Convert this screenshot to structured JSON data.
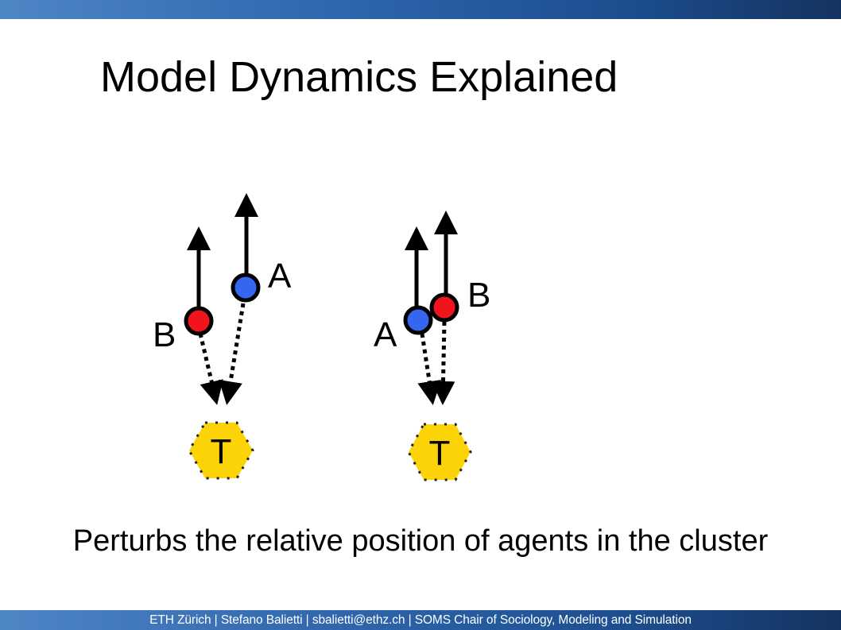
{
  "slide": {
    "title": "Model Dynamics Explained",
    "caption": "Perturbs the relative position of agents in the cluster",
    "footer": "ETH Zürich | Stefano Balietti | sbalietti@ethz.ch | SOMS Chair of Sociology, Modeling and Simulation"
  },
  "diagram": {
    "panels": [
      {
        "agents": [
          {
            "label": "A",
            "color": "#3466ef"
          },
          {
            "label": "B",
            "color": "#f2141c"
          }
        ],
        "target": {
          "label": "T",
          "color": "#fcd307"
        }
      },
      {
        "agents": [
          {
            "label": "A",
            "color": "#3466ef"
          },
          {
            "label": "B",
            "color": "#f2141c"
          }
        ],
        "target": {
          "label": "T",
          "color": "#fcd307"
        }
      }
    ]
  }
}
